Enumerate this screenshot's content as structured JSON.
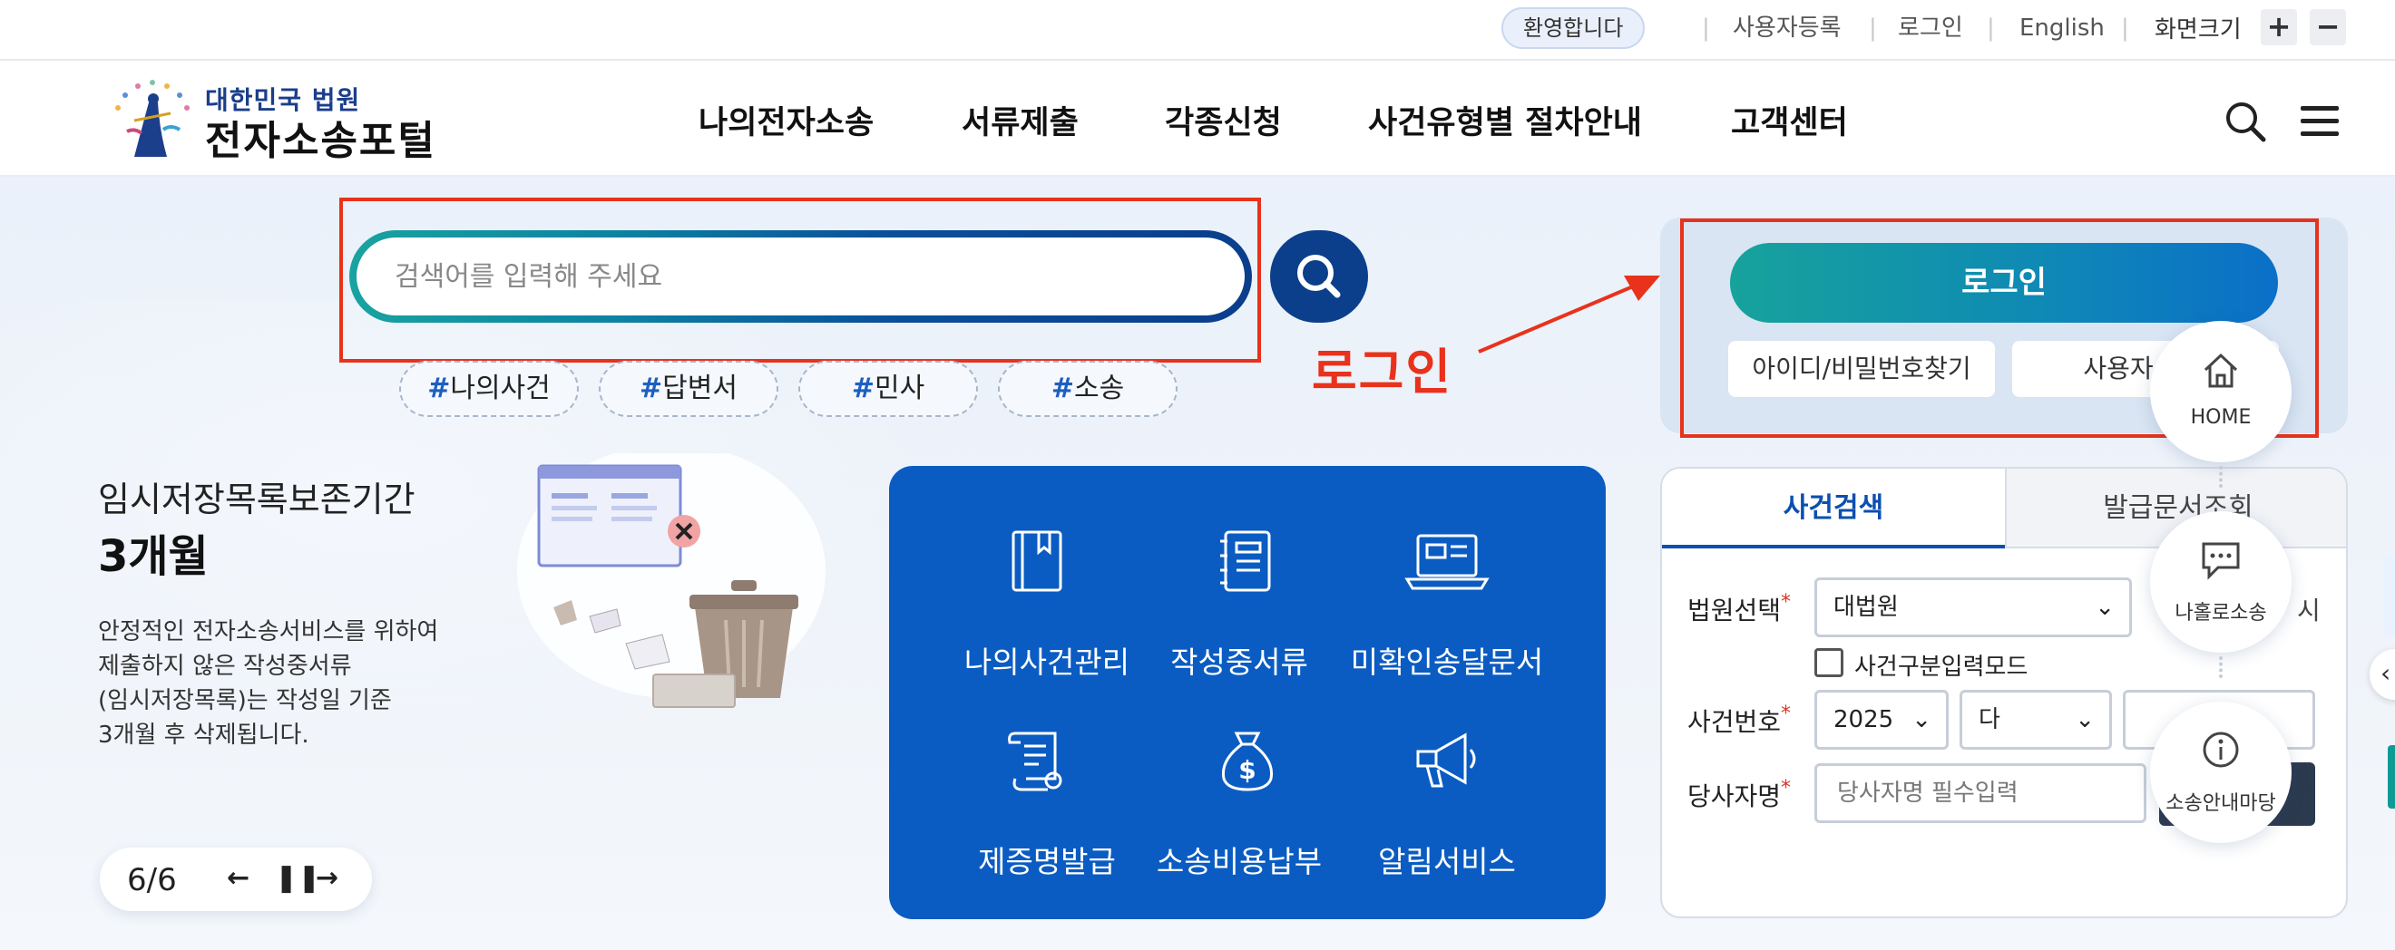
{
  "topbar": {
    "welcome": "환영합니다",
    "links": [
      "사용자등록",
      "로그인",
      "English"
    ],
    "zoom_label": "화면크기",
    "zoom_in": "+",
    "zoom_out": "−"
  },
  "header": {
    "logo_top": "대한민국 법원",
    "logo_main": "전자소송포털",
    "nav": [
      "나의전자소송",
      "서류제출",
      "각종신청",
      "사건유형별 절차안내",
      "고객센터"
    ],
    "icons": [
      "search-icon",
      "menu-icon"
    ]
  },
  "search": {
    "placeholder": "검색어를 입력해 주세요",
    "hashtags": [
      "나의사건",
      "답변서",
      "민사",
      "소송"
    ],
    "hash_symbol": "#"
  },
  "annotation": {
    "label": "로그인",
    "color": "#e8321c"
  },
  "notice": {
    "title": "임시저장목록보존기간",
    "strong": "3개월",
    "lines": [
      "안정적인 전자소송서비스를 위하여",
      "제출하지 않은 작성중서류",
      "(임시저장목록)는 작성일 기준",
      "3개월 후 삭제됩니다."
    ],
    "pager": "6/6"
  },
  "quick_menu": {
    "items": [
      {
        "label": "나의사건관리",
        "icon": "book-icon"
      },
      {
        "label": "작성중서류",
        "icon": "notebook-icon"
      },
      {
        "label": "미확인송달문서",
        "icon": "laptop-icon"
      },
      {
        "label": "제증명발급",
        "icon": "certificate-icon"
      },
      {
        "label": "소송비용납부",
        "icon": "money-bag-icon"
      },
      {
        "label": "알림서비스",
        "icon": "megaphone-icon"
      }
    ],
    "bg_color": "#0b5cc2"
  },
  "login": {
    "button": "로그인",
    "find": "아이디/비밀번호찾기",
    "register": "사용자"
  },
  "case_search": {
    "tabs": [
      "사건검색",
      "발급문서조회"
    ],
    "court_label": "법원선택",
    "court_value": "대법원",
    "court_side_text": "시",
    "mode_label": "사건구분입력모드",
    "case_no_label": "사건번호",
    "year_value": "2025",
    "type_value": "다",
    "party_label": "당사자명",
    "party_placeholder": "당사자명 필수입력",
    "required_mark": "*"
  },
  "floating": {
    "items": [
      {
        "label": "HOME",
        "icon": "home-icon"
      },
      {
        "label": "나홀로소송",
        "icon": "chat-icon"
      },
      {
        "label": "소송안내마당",
        "icon": "info-icon"
      }
    ]
  },
  "edge": {
    "arrow": "‹"
  }
}
